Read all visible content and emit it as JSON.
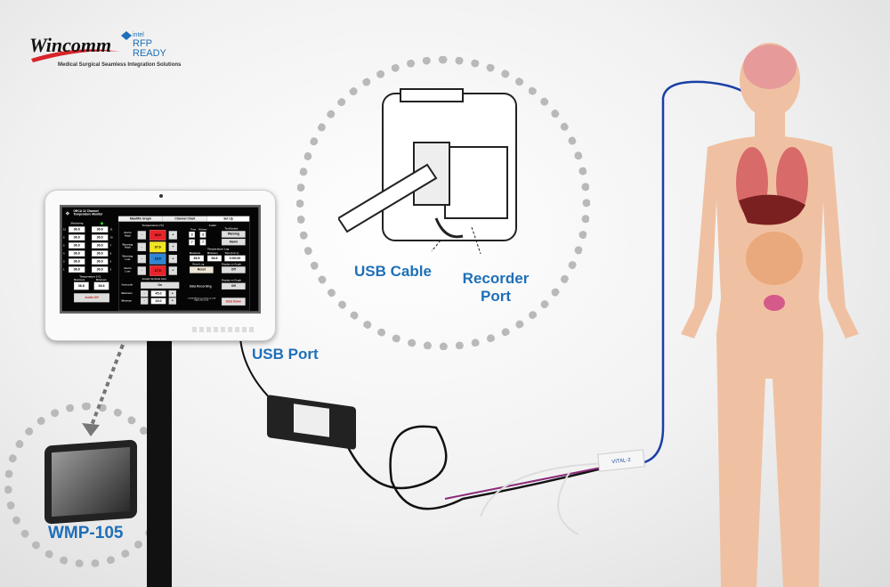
{
  "logo": {
    "brand": "Wincomm",
    "partner": "intel RFP READY",
    "tagline": "Medical Surgical Seamless Integration Solutions"
  },
  "labels": {
    "usb_cable": "USB Cable",
    "recorder_port": "Recorder Port",
    "usb_port": "USB Port",
    "device_model": "WMP-105"
  },
  "probe_label": "VITAL-2",
  "screen": {
    "title": "ORCA 12 Channel Temperature Monitor",
    "tabs": [
      "Max/Min Graph",
      "Channel Chart",
      "Set Up"
    ],
    "monitoring_label": "Monitoring",
    "channels_left": [
      {
        "n": "12",
        "v": "36.6"
      },
      {
        "n": "6",
        "v": "36.6"
      },
      {
        "n": "5",
        "v": "36.6"
      },
      {
        "n": "4",
        "v": "36.6"
      },
      {
        "n": "3",
        "v": "36.6"
      },
      {
        "n": "1",
        "v": "36.6"
      }
    ],
    "channels_right": [
      {
        "n": "11",
        "v": "36.6"
      },
      {
        "n": "10",
        "v": "36.6"
      },
      {
        "n": "7",
        "v": "36.6"
      },
      {
        "n": "8",
        "v": "36.6"
      },
      {
        "n": "2",
        "v": "36.6"
      },
      {
        "n": "2",
        "v": "36.6"
      }
    ],
    "temp_label": "Temperature (°C)",
    "maximum_label": "Maximum",
    "minimum_label": "Minimum",
    "max_value": "36.6",
    "min_value": "36.6",
    "audio_off": "Audio Off",
    "thresholds": [
      {
        "label": "Alarm High",
        "value": "38.5",
        "color": "#e8232a"
      },
      {
        "label": "Warning High",
        "value": "37.6",
        "color": "#f3e620"
      },
      {
        "label": "Warning Low",
        "value": "18.5",
        "color": "#2f86d6"
      },
      {
        "label": "Alarm Low",
        "value": "17.5",
        "color": "#e8232a"
      }
    ],
    "minus": "-",
    "plus": "+",
    "graph_axis_title": "Graph Vertical Axis",
    "autoscale_label": "Autoscale",
    "autoscale_value": "On",
    "axis_max_label": "Maximum",
    "axis_max": "45.0",
    "axis_min_label": "Minimum",
    "axis_min": "15.0",
    "audio_title": "Audio",
    "tone_label": "Tone",
    "volume_label": "Volume",
    "test_label": "Test/Update",
    "tone1": "3",
    "vol1": "3",
    "tone2": "7",
    "vol2": "7",
    "warning_btn": "Warning",
    "alarm_btn": "Alarm",
    "log_title": "Temperature Log",
    "log_max": "36.6",
    "log_min": "36.6",
    "log_time_label": "Time (h:m:s)",
    "log_time": "0:00:00",
    "reset_log_label": "Reset Log",
    "reset_btn": "Reset",
    "display_graph_label": "Display on Graph",
    "off1": "Off",
    "data_recording": "Data Recording",
    "off2": "Off",
    "copyright": "© 2014 ORCA Consulting, LLC All Rights Reserved",
    "shut_down": "Shut Down"
  }
}
